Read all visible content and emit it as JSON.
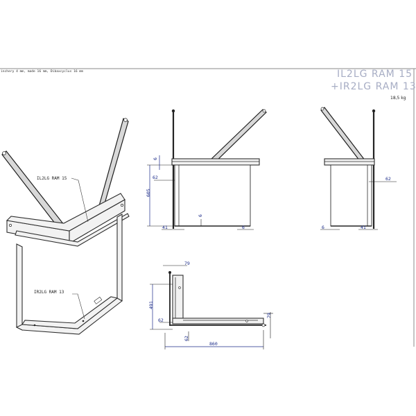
{
  "header": {
    "note": "inchery 4 mm, made 16 mm, Dibaxcyclus 16 mm",
    "title_line1": "IL2LG RAM 15",
    "title_line2": "+IR2LG RAM 13",
    "weight": "18,5 kg"
  },
  "callouts": {
    "upper_part": "IL2LG RAM 15",
    "lower_part": "IR2LG RAM 13"
  },
  "front_view": {
    "dims": {
      "top_offset": "6",
      "left_offset": "62",
      "height": "605",
      "inner": "6",
      "bottom_left": "41",
      "bottom_right": "6"
    }
  },
  "side_view": {
    "dims": {
      "right_offset": "62",
      "bottom_left": "6",
      "bottom_right": "41"
    }
  },
  "top_view": {
    "dims": {
      "width_top": "79",
      "depth": "491",
      "left_offset": "62",
      "right_height": "79",
      "bottom_small": "62",
      "overall_width": "860"
    }
  },
  "colors": {
    "title": "#a7adc4",
    "dimension": "#1a2a88",
    "line": "#2d2d2d"
  }
}
